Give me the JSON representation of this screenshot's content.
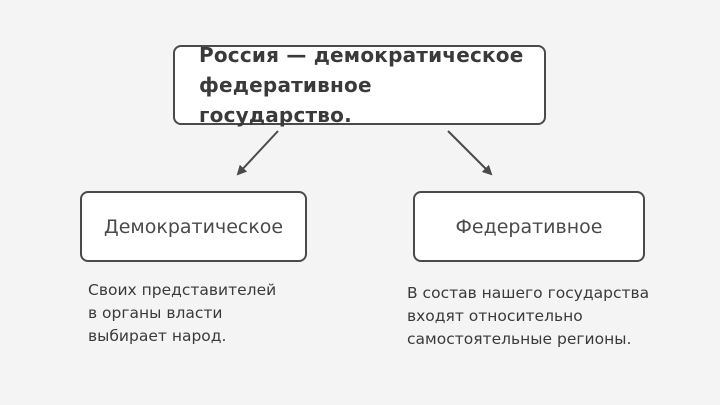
{
  "diagram": {
    "top_box": {
      "text": "Россия — демократическое\nфедеративное государство."
    },
    "left_box": {
      "label": "Демократическое",
      "description": "Своих представителей\nв органы власти\nвыбирает народ."
    },
    "right_box": {
      "label": "Федеративное",
      "description": "В состав нашего государства\nвходят относительно\nсамостоятельные регионы."
    },
    "colors": {
      "background": "#f4f4f4",
      "box_border": "#4a4a4a",
      "box_fill": "#ffffff",
      "text": "#3a3a3a"
    }
  }
}
